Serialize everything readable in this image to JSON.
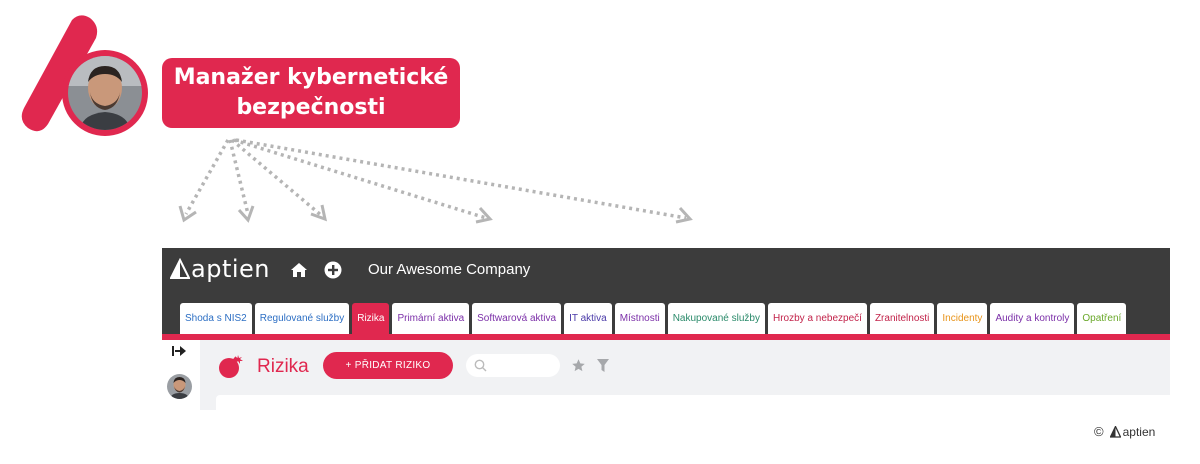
{
  "role": {
    "line1": "Manažer kybernetické",
    "line2": "bezpečnosti"
  },
  "app": {
    "brand": "aptien",
    "company": "Our Awesome Company",
    "tabs": [
      {
        "label": "Shoda s NIS2",
        "color": "#2d6fc4"
      },
      {
        "label": "Regulované služby",
        "color": "#2d6fc4"
      },
      {
        "label": "Rizika",
        "color": "#ffffff",
        "active": true
      },
      {
        "label": "Primární aktiva",
        "color": "#7b2fa8"
      },
      {
        "label": "Softwarová aktiva",
        "color": "#7b2fa8"
      },
      {
        "label": "IT aktiva",
        "color": "#4a3aa8"
      },
      {
        "label": "Místnosti",
        "color": "#7b2fa8"
      },
      {
        "label": "Nakupované služby",
        "color": "#2a8a6a"
      },
      {
        "label": "Hrozby a nebezpečí",
        "color": "#c2234a"
      },
      {
        "label": "Zranitelnosti",
        "color": "#c2234a"
      },
      {
        "label": "Incidenty",
        "color": "#e8941a"
      },
      {
        "label": "Audity a kontroly",
        "color": "#7b2fa8"
      },
      {
        "label": "Opatření",
        "color": "#6aa82a"
      }
    ],
    "page_title": "Rizika",
    "add_button": "+ PŘIDAT RIZIKO",
    "search_placeholder": ""
  },
  "footer": {
    "copyright": "©",
    "brand": "aptien"
  },
  "colors": {
    "accent": "#e0284f",
    "topbar": "#3c3c3c"
  }
}
